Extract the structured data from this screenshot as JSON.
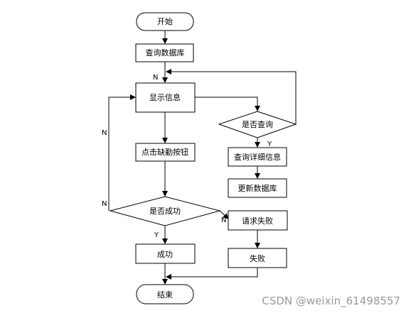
{
  "nodes": {
    "start": "开始",
    "query_db": "查询数据库",
    "show_info": "显示信息",
    "is_query": "是否查询",
    "click_absent": "点击缺勤按钮",
    "query_detail": "查询详细信息",
    "update_db": "更新数据库",
    "is_success": "是否成功",
    "request_fail": "请求失败",
    "success": "成功",
    "fail": "失败",
    "end": "结束"
  },
  "edge_labels": {
    "n_loop_top": "N",
    "n_left": "N",
    "n_left_bottom": "N",
    "y_query": "Y",
    "y_success": "Y",
    "n_request": "N"
  },
  "watermark": "CSDN @weixin_61498557"
}
